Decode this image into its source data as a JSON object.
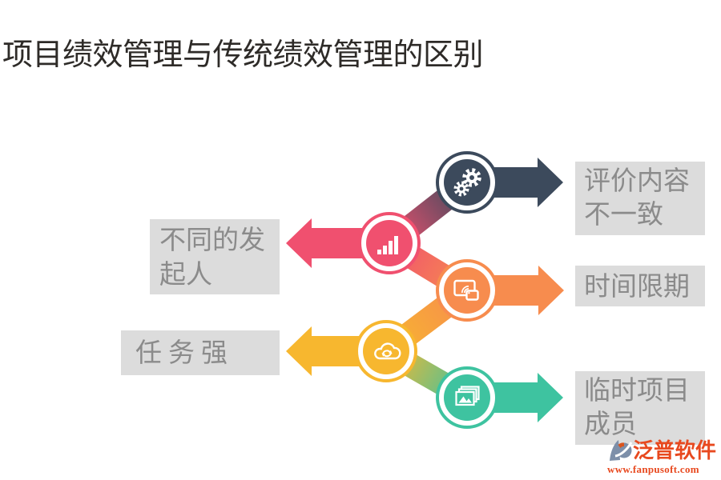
{
  "title": "项目绩效管理与传统绩效管理的区别",
  "items": [
    {
      "name": "evaluation-content",
      "label": "评价内容\n不一致",
      "icon": "gears-icon",
      "color": "#3C4A5C",
      "side": "right"
    },
    {
      "name": "different-initiator",
      "label": "不同的发\n起人",
      "icon": "bar-chart-icon",
      "color": "#F0506F",
      "side": "left"
    },
    {
      "name": "time-limit",
      "label": "时间限期",
      "icon": "screen-cast-icon",
      "color": "#F78C4E",
      "side": "right"
    },
    {
      "name": "task-strength",
      "label": "任务强",
      "icon": "cloud-sync-icon",
      "color": "#F7B72F",
      "side": "left"
    },
    {
      "name": "temporary-members",
      "label": "临时项目\n成员",
      "icon": "photos-icon",
      "color": "#3EC3A0",
      "side": "right"
    }
  ],
  "watermark": {
    "brand": "泛普软件",
    "url": "www.fanpusoft.com",
    "brand_color": "#E8491F",
    "icon": "fanpu-logo-icon",
    "icon_color": "#7D8FA9"
  },
  "style": {
    "label_box_bg": "#DCDCDC",
    "label_text_color": "#8B8B8B",
    "title_color": "#2E2B28",
    "background": "#FFFFFF"
  }
}
